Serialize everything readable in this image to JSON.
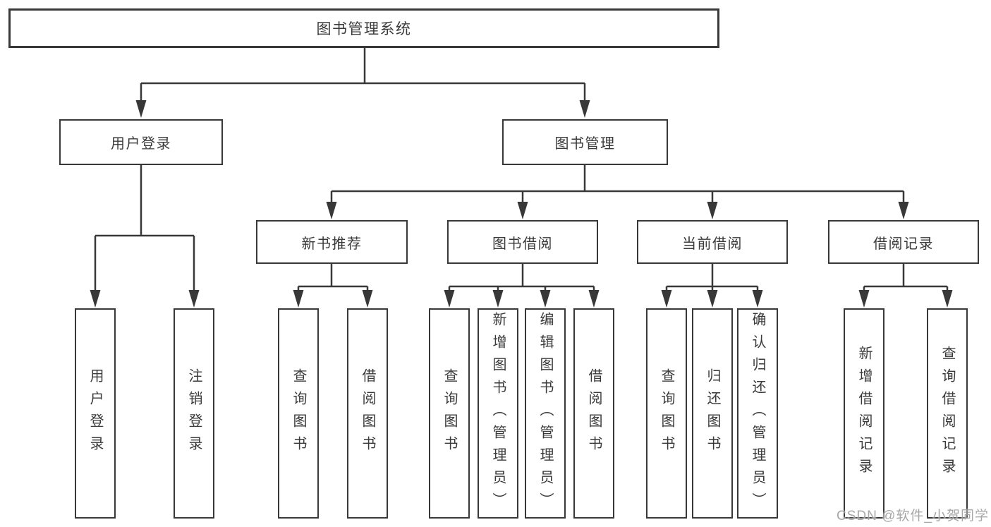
{
  "colors": {
    "line": "#383838",
    "box_border": "#383838",
    "box_fill": "#ffffff",
    "text": "#3a3a3a",
    "background": "#ffffff",
    "watermark": "#949494"
  },
  "diagram": {
    "root": {
      "label": "图书管理系统"
    },
    "branches": [
      {
        "label": "用户登录",
        "children": [
          "用户登录",
          "注销登录"
        ]
      },
      {
        "label": "图书管理",
        "groups": [
          {
            "label": "新书推荐",
            "children": [
              "查询图书",
              "借阅图书"
            ]
          },
          {
            "label": "图书借阅",
            "children": [
              "查询图书",
              "新增图书（管理员）",
              "编辑图书（管理员）",
              "借阅图书"
            ]
          },
          {
            "label": "当前借阅",
            "children": [
              "查询图书",
              "归还图书",
              "确认归还（管理员）"
            ]
          },
          {
            "label": "借阅记录",
            "children": [
              "新增借阅记录",
              "查询借阅记录"
            ]
          }
        ]
      }
    ]
  },
  "watermark": {
    "text": "CSDN @软件_小贺同学"
  }
}
